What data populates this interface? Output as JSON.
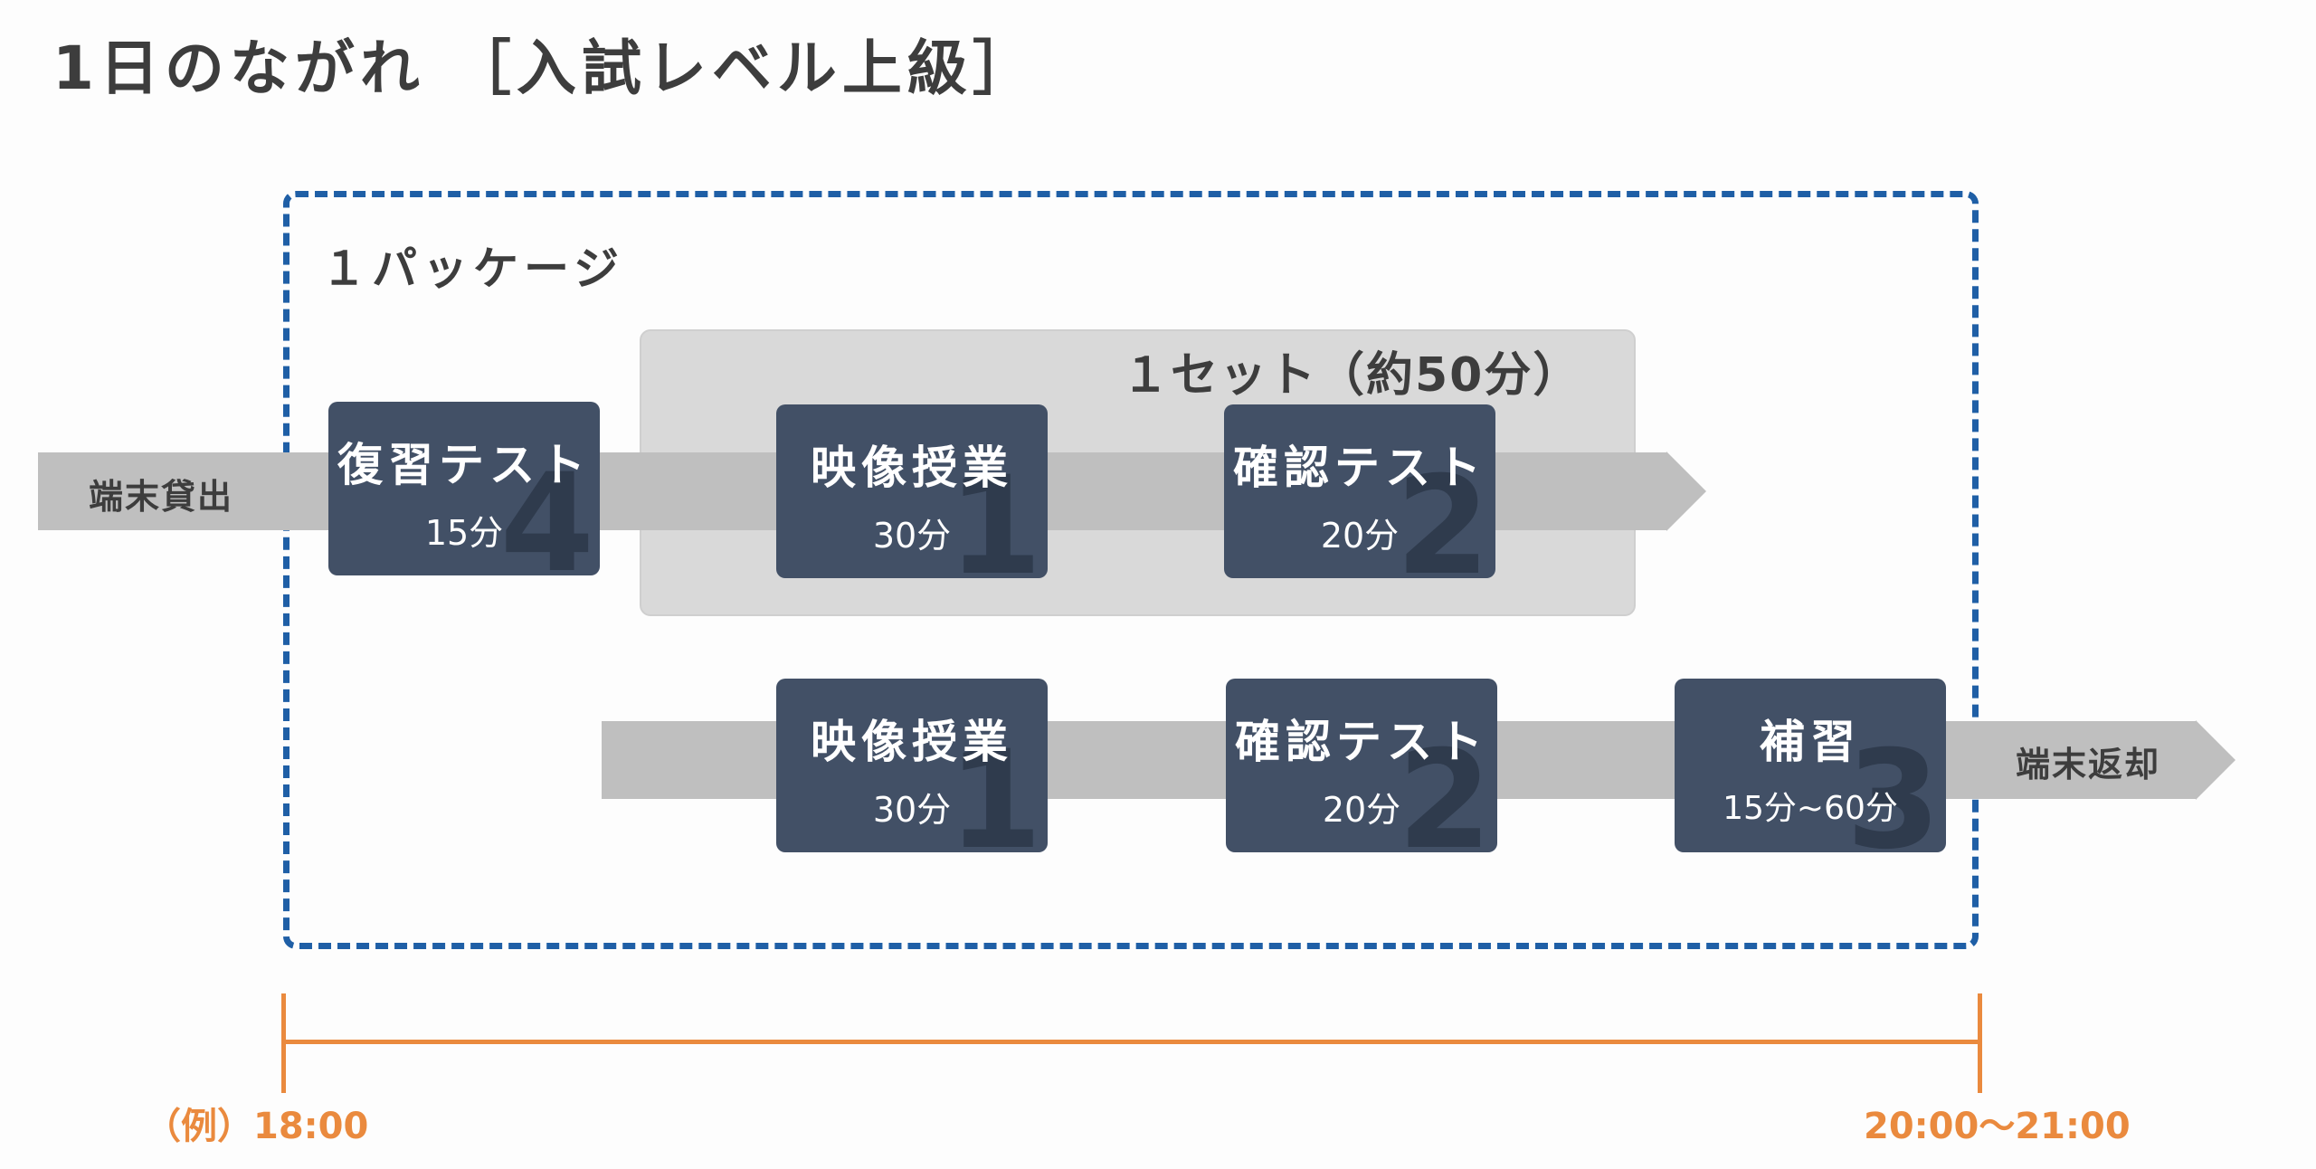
{
  "title": "1日のながれ ［入試レベル上級］",
  "package_label": "１パッケージ",
  "set_label": "１セット（約50分）",
  "flow": {
    "start_label": "端末貸出",
    "end_label": "端末返却"
  },
  "row1": [
    {
      "name": "復習テスト",
      "duration": "15分",
      "number": "4"
    },
    {
      "name": "映像授業",
      "duration": "30分",
      "number": "1"
    },
    {
      "name": "確認テスト",
      "duration": "20分",
      "number": "2"
    }
  ],
  "row2": [
    {
      "name": "映像授業",
      "duration": "30分",
      "number": "1"
    },
    {
      "name": "確認テスト",
      "duration": "20分",
      "number": "2"
    },
    {
      "name": "補習",
      "duration": "15分~60分",
      "number": "3"
    }
  ],
  "timeline": {
    "start_time": "（例）18:00",
    "end_time": "20:00～21:00"
  },
  "colors": {
    "card_bg": "#425066",
    "package_border": "#1f5fa6",
    "timeline": "#ea8a3e",
    "arrow": "#bfbfbf",
    "set_bg": "#d9d9d9"
  }
}
